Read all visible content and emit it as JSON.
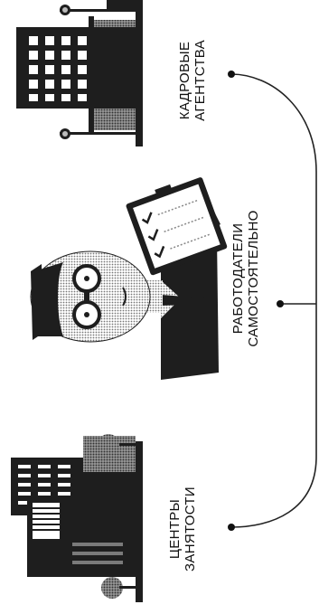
{
  "diagram": {
    "nodes": [
      {
        "id": "agencies",
        "lines": [
          "КАДРОВЫЕ",
          "АГЕНТСТВА"
        ],
        "icon": "office-building-icon"
      },
      {
        "id": "employers",
        "lines": [
          "РАБОТОДАТЕЛИ",
          "САМОСТОЯТЕЛЬНО"
        ],
        "icon": "man-with-checklist-icon"
      },
      {
        "id": "centers",
        "lines": [
          "ЦЕНТРЫ",
          "ЗАНЯТОСТИ"
        ],
        "icon": "employment-center-building-icon"
      }
    ],
    "connector": "bracket-line"
  },
  "colors": {
    "ink": "#111111",
    "line": "#222222",
    "building_dark": "#1e1e1e",
    "building_mid": "#7a7a7a",
    "window": "#ffffff",
    "paper": "#ffffff",
    "skin": "#d9d9d9"
  }
}
